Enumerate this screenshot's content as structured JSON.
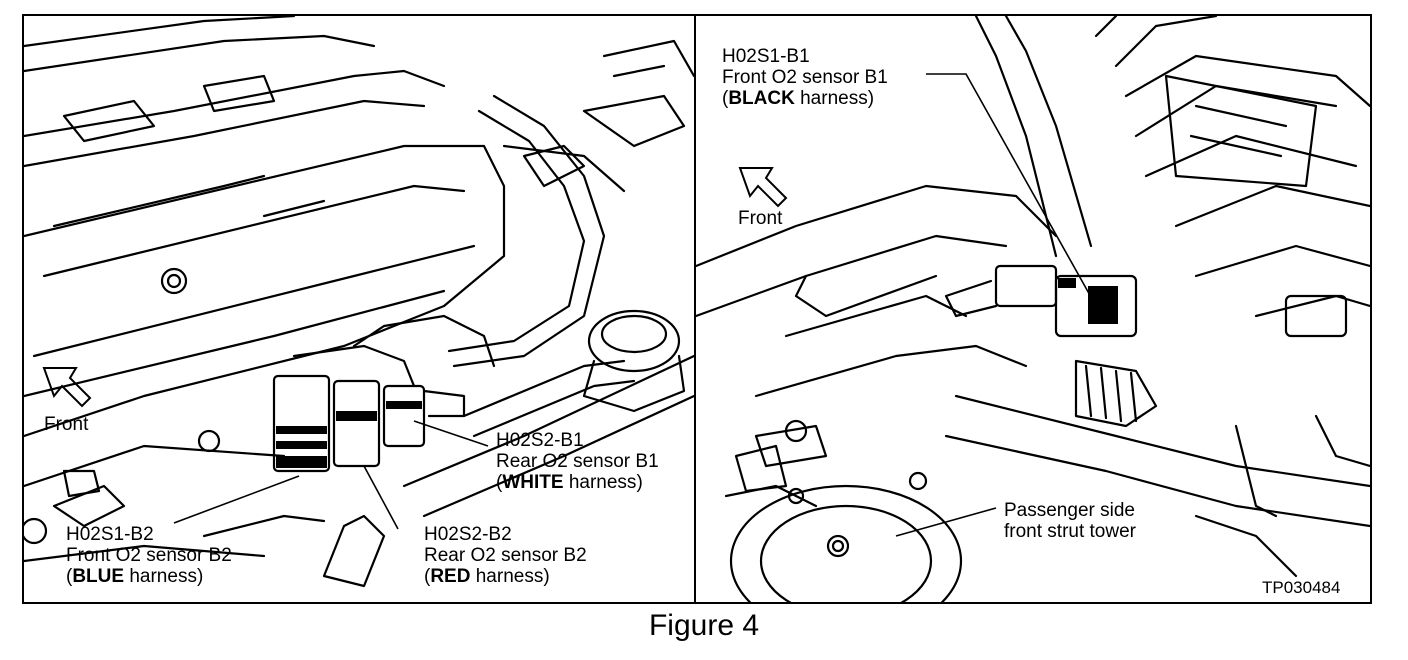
{
  "figure": {
    "title": "Figure 4",
    "ref_code": "TP030484"
  },
  "left_panel": {
    "front_label": "Front",
    "callouts": [
      {
        "code": "H02S1-B2",
        "name": "Front O2 sensor B2",
        "harness_color": "BLUE",
        "harness_word": "harness"
      },
      {
        "code": "H02S2-B2",
        "name": "Rear O2 sensor B2",
        "harness_color": "RED",
        "harness_word": "harness"
      },
      {
        "code": "H02S2-B1",
        "name": "Rear O2 sensor B1",
        "harness_color": "WHITE",
        "harness_word": "harness"
      }
    ]
  },
  "right_panel": {
    "front_label": "Front",
    "callouts": [
      {
        "code": "H02S1-B1",
        "name": "Front O2 sensor B1",
        "harness_color": "BLACK",
        "harness_word": "harness"
      }
    ],
    "strut_label_line1": "Passenger side",
    "strut_label_line2": "front strut tower"
  }
}
